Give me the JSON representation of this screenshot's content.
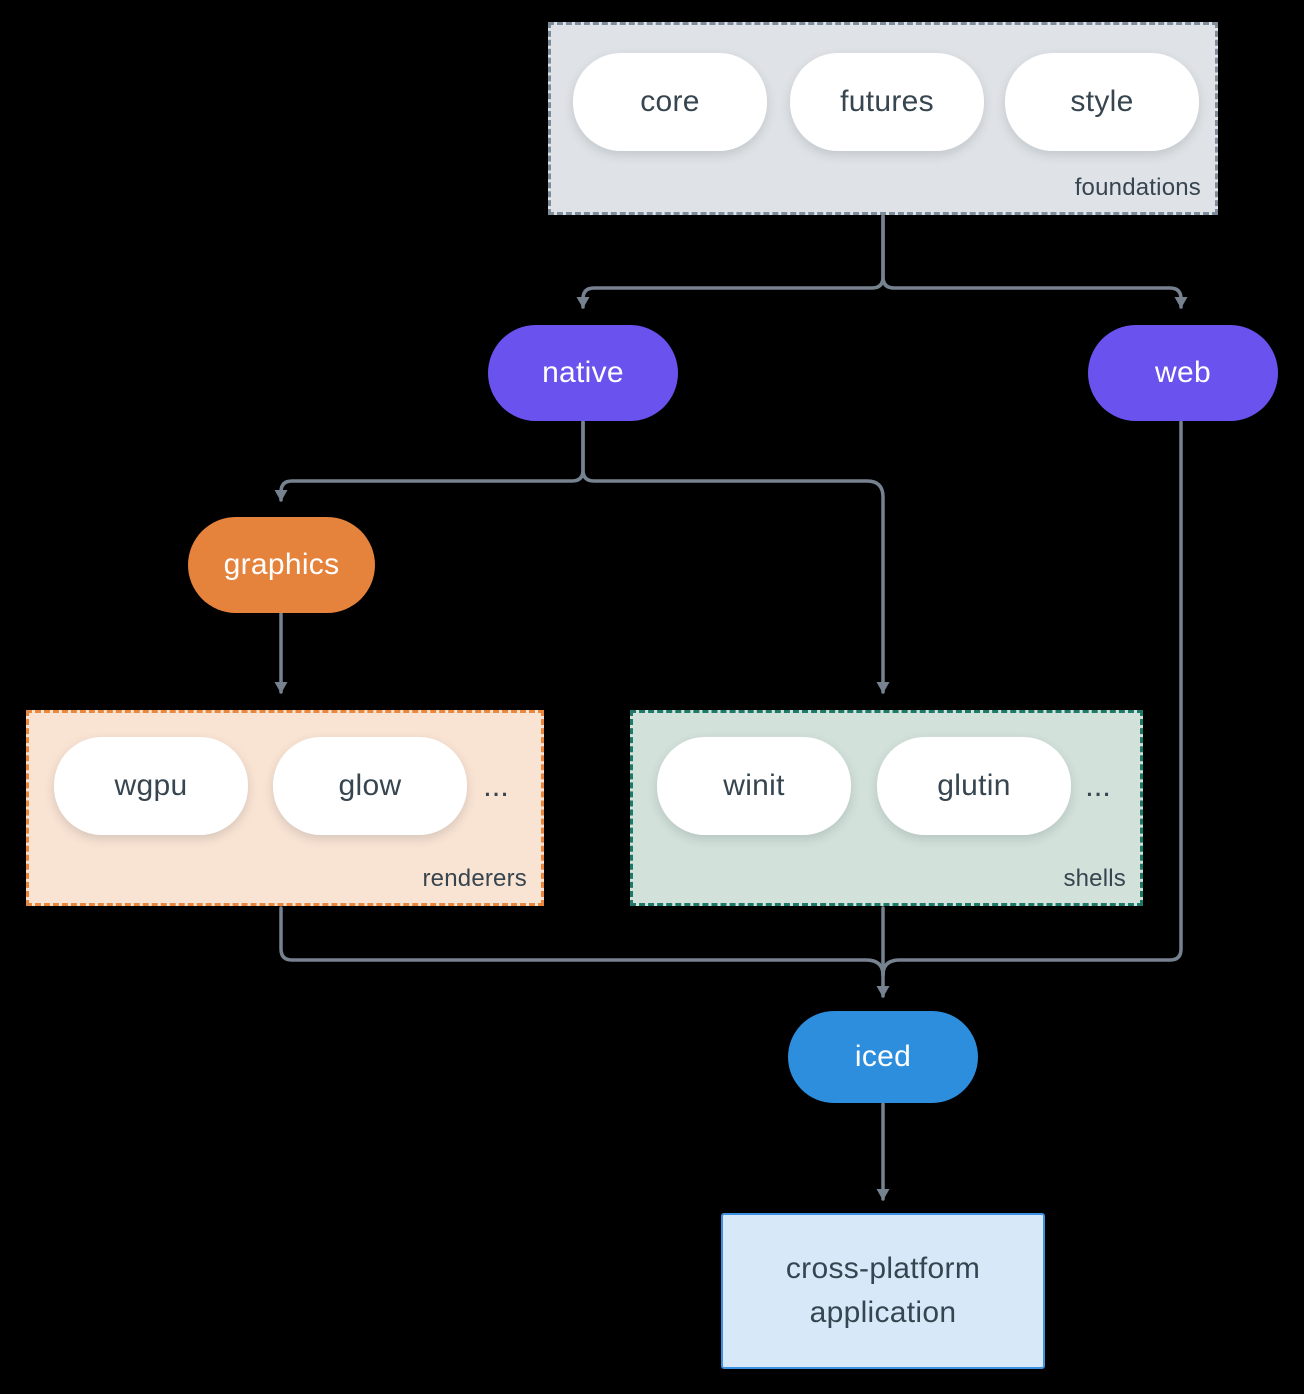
{
  "diagram": {
    "background": "#000000",
    "connector_color": "#76828f",
    "foundations": {
      "label": "foundations",
      "fill": "#dfe3e7",
      "border_color": "#7e8d9b",
      "pills": [
        "core",
        "futures",
        "style"
      ]
    },
    "native": {
      "label": "native",
      "fill": "#6a52ee",
      "text_color": "#ffffff"
    },
    "web": {
      "label": "web",
      "fill": "#6a52ee",
      "text_color": "#ffffff"
    },
    "graphics": {
      "label": "graphics",
      "fill": "#e5823c",
      "text_color": "#ffffff"
    },
    "renderers": {
      "label": "renderers",
      "fill": "#f9e3d3",
      "border_color": "#e9873e",
      "pills": [
        "wgpu",
        "glow"
      ],
      "ellipsis": "..."
    },
    "shells": {
      "label": "shells",
      "fill": "#d2e1da",
      "border_color": "#1e7a68",
      "pills": [
        "winit",
        "glutin"
      ],
      "ellipsis": "..."
    },
    "iced": {
      "label": "iced",
      "fill": "#2d8ede",
      "text_color": "#ffffff"
    },
    "application": {
      "line1": "cross-platform",
      "line2": "application",
      "fill": "#d7e9f9",
      "border_color": "#3a91e2"
    }
  }
}
